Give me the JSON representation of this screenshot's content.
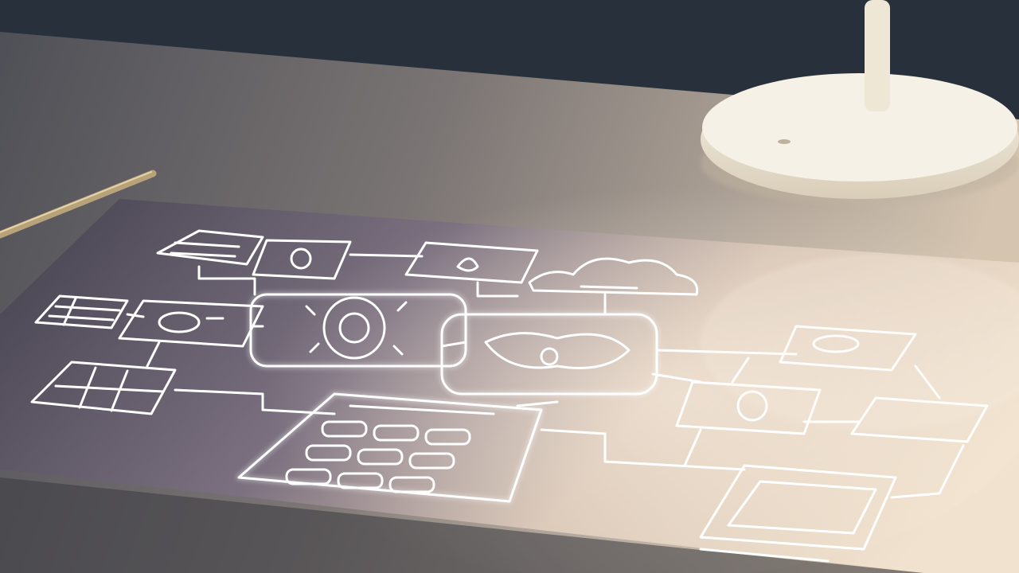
{
  "scene": {
    "description_free": true,
    "colors": {
      "background_wall": "#2a333d",
      "desk_left": "#5d5d64",
      "desk_right": "#c9b9a6",
      "mat_dark": "#5b5663",
      "mat_light": "#e8d8c5",
      "glow_line": "#ffffff",
      "lamp_base": "#efe9dc",
      "pen": "#c9b48a"
    },
    "objects": [
      {
        "name": "desk-surface"
      },
      {
        "name": "desk-mat"
      },
      {
        "name": "lamp-base"
      },
      {
        "name": "lamp-stem"
      },
      {
        "name": "pen"
      },
      {
        "name": "flowchart-sketch"
      }
    ],
    "sketch_icons": [
      "document-icon",
      "list-icon",
      "gear-icon",
      "cloud-icon",
      "drop-icon",
      "network-icon",
      "keypad-icon",
      "screen-icon",
      "card-icon"
    ]
  }
}
